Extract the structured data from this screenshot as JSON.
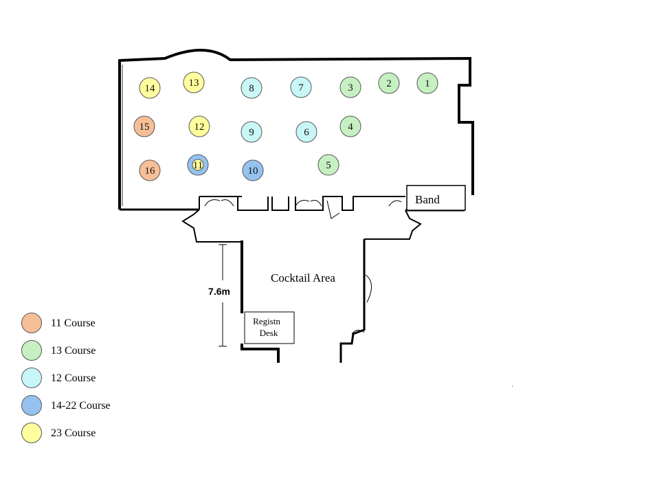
{
  "colors": {
    "course11": "#f7bf97",
    "course13": "#c6f0c2",
    "course12": "#c9f6f6",
    "course14_22": "#96c2ef",
    "course23": "#ffff9e"
  },
  "tables": [
    {
      "num": "1",
      "course": "course13"
    },
    {
      "num": "2",
      "course": "course13"
    },
    {
      "num": "3",
      "course": "course13"
    },
    {
      "num": "4",
      "course": "course13"
    },
    {
      "num": "5",
      "course": "course13"
    },
    {
      "num": "6",
      "course": "course12"
    },
    {
      "num": "7",
      "course": "course12"
    },
    {
      "num": "8",
      "course": "course12"
    },
    {
      "num": "9",
      "course": "course12"
    },
    {
      "num": "10",
      "course": "course14_22"
    },
    {
      "num": "11",
      "course": "course14_22",
      "inner": "course23"
    },
    {
      "num": "12",
      "course": "course23"
    },
    {
      "num": "13",
      "course": "course23"
    },
    {
      "num": "14",
      "course": "course23"
    },
    {
      "num": "15",
      "course": "course11"
    },
    {
      "num": "16",
      "course": "course11"
    }
  ],
  "labels": {
    "band": "Band",
    "cocktail": "Cocktail Area",
    "dimension": "7.6m",
    "registn_line1": "Registn",
    "registn_line2": "Desk"
  },
  "legend": [
    {
      "label": "11 Course",
      "color": "course11"
    },
    {
      "label": "13 Course",
      "color": "course13"
    },
    {
      "label": "12 Course",
      "color": "course12"
    },
    {
      "label": "14-22 Course",
      "color": "course14_22"
    },
    {
      "label": "23 Course",
      "color": "course23"
    }
  ]
}
